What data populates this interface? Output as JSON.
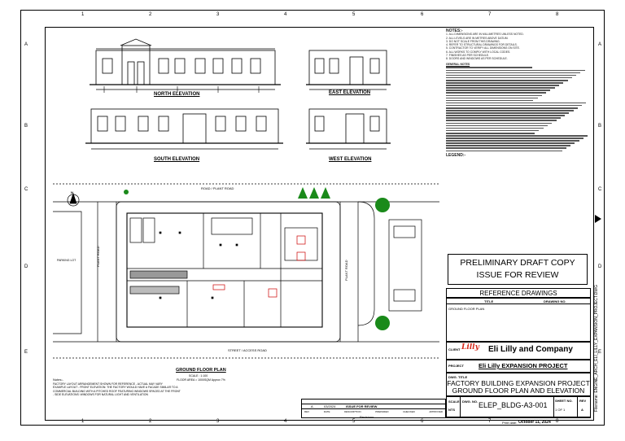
{
  "grid_columns": [
    "1",
    "2",
    "3",
    "4",
    "5",
    "6",
    "7",
    "8"
  ],
  "grid_rows": [
    "A",
    "B",
    "C",
    "D",
    "E"
  ],
  "elevations": {
    "north": "NORTH ELEVATION",
    "east": "EAST ELEVATION",
    "south": "SOUTH ELEVATION",
    "west": "WEST ELEVATION"
  },
  "plan": {
    "title": "GROUND FLOOR PLAN",
    "scale": "SCALE : 1:100",
    "floor_area": "FLOOR AREA = 1000SQM Approx 7%",
    "road_top": "ROAD / PLANT ROAD",
    "road_bottom": "STREET / ACCESS ROAD",
    "plant_road_left": "PLANT ROAD",
    "plant_road_right": "PLANT ROAD",
    "parking_left": "PARKING LOT",
    "north_mark": "N"
  },
  "notes": {
    "heading": "NOTES:-",
    "general_label": "GENERAL NOTES",
    "lines": [
      "1. ALL DIMENSIONS ARE IN MILLIMETRES UNLESS NOTED.",
      "2. ALL LEVELS ARE IN METRES ABOVE DATUM.",
      "3. DO NOT SCALE FROM THIS DRAWING.",
      "4. REFER TO STRUCTURAL DRAWINGS FOR DETAILS.",
      "5. CONTRACTOR TO VERIFY ALL DIMENSIONS ON SITE.",
      "6. ALL WORKS TO COMPLY WITH LOCAL CODES.",
      "7. FINISHES AS PER SCHEDULE.",
      "8. DOORS AND WINDOWS AS PER SCHEDULE."
    ],
    "legend_heading": "LEGEND:-"
  },
  "stamp": {
    "line1": "PRELIMINARY DRAFT COPY",
    "line2": "ISSUE FOR REVIEW"
  },
  "reference": {
    "title": "REFERENCE DRAWINGS",
    "col_title": "TITLE",
    "col_drawing": "DRAWING NO.",
    "row1": "GROUND FLOOR PLAN"
  },
  "client": {
    "label": "CLIENT",
    "name": "Eli Lilly and Company",
    "logo": "Lilly"
  },
  "project": {
    "label": "PROJECT",
    "name": "Eli Lilly EXPANSION PROJECT"
  },
  "drawing": {
    "title_label": "DWG. TITLE",
    "title_line1": "FACTORY BUILDING EXPANSION PROJECT",
    "title_line2": "GROUND FLOOR PLAN AND ELEVATION",
    "scale_label": "SCALE",
    "scale_value": "NTS",
    "dwg_no_label": "DWG. NO.",
    "dwg_no": "ELEP_BLDG-A3-001",
    "sheet_label": "SHEET NO.",
    "sheet_value": "1 OF 1",
    "rev_label": "REV",
    "rev_value": "A"
  },
  "revisions": {
    "title": "Revisions",
    "rev": "A",
    "date": "03/2024",
    "description": "ISSUE FOR REVIEW",
    "headers": [
      "REV",
      "DATE",
      "DESCRIPTION",
      "PREPARED",
      "CHECKED",
      "APPROVED"
    ]
  },
  "side_text": "Filename: ENGINE_ARCH_ELI_LILLY_EXPANSION_PROJECT.DWG",
  "print_date": {
    "label": "Print date:",
    "value": "October 11, 2024"
  },
  "plan_notes": {
    "heading": "Notes:-",
    "lines": [
      "FACTORY LAYOUT ARRANGEMENT SHOWN FOR REFERENCE - ACTUAL MAY VARY",
      "EXAMPLE LAYOUT - FRONT ELEVATION: THE FACTORY WOULD HAVE A FACADE SIMILAR TO A",
      "COMMERCIAL BUILDING WITH A PITCHED ROOF FEATURING WINDOWS SPACED AT THE FRONT",
      "- SIDE ELEVATIONS: WINDOWS FOR NATURAL LIGHT AND VENTILATION"
    ]
  }
}
